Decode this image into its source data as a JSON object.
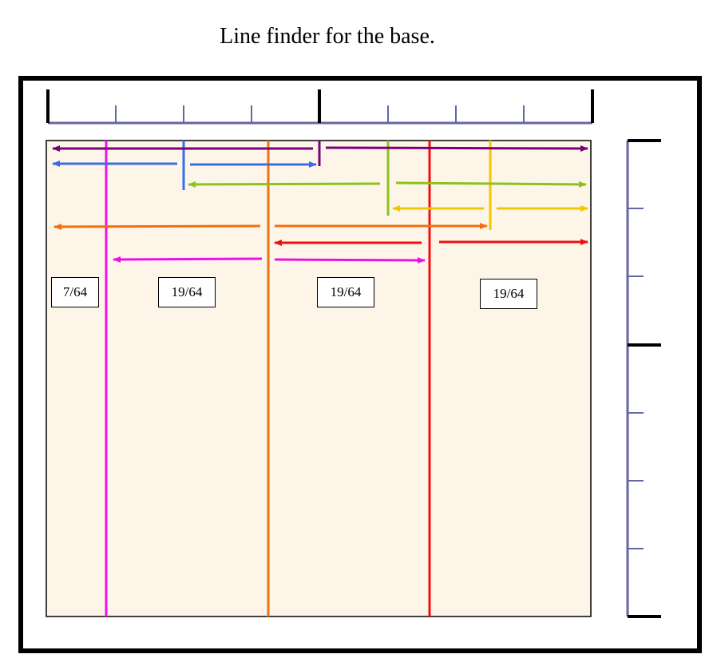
{
  "title": "Line finder for the base.",
  "labels": [
    "7/64",
    "19/64",
    "19/64",
    "19/64"
  ],
  "colors": {
    "frame": "#000000",
    "ruler": "#6666a0",
    "panel_fill": "#fdf6e8",
    "purple": "#7a007a",
    "blue": "#3a6ee8",
    "green": "#8cc21e",
    "yellow": "#f5c500",
    "orange": "#f07010",
    "red": "#ee1010",
    "magenta": "#ee10e8"
  }
}
